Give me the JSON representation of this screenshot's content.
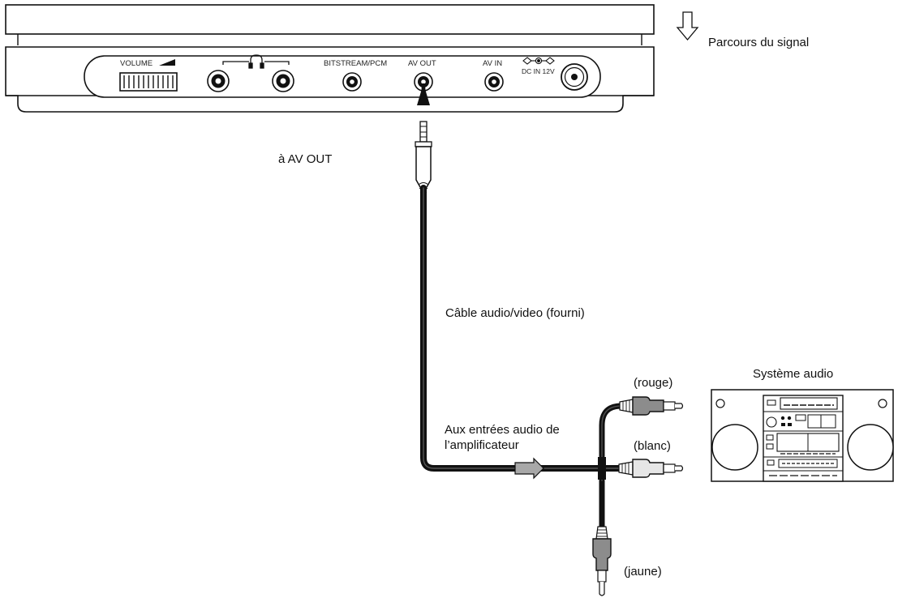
{
  "legend": {
    "signal_flow": "Parcours du signal"
  },
  "panel": {
    "volume_label": "VOLUME",
    "bitstream_label": "BITSTREAM/PCM",
    "av_out_label": "AV OUT",
    "av_in_label": "AV IN",
    "dc_in_label": "DC IN 12V"
  },
  "labels": {
    "to_av_out": "à AV OUT",
    "cable": "Câble audio/video (fourni)",
    "amp_inputs": "Aux entrées audio de l’amplificateur",
    "red": "(rouge)",
    "white": "(blanc)",
    "yellow": "(jaune)",
    "audio_system": "Système audio"
  },
  "colors": {
    "line": "#111111",
    "signal_arrow": "#a8a8a8",
    "plug_gray": "#8c8c8c",
    "plug_light": "#e6e6e6"
  }
}
